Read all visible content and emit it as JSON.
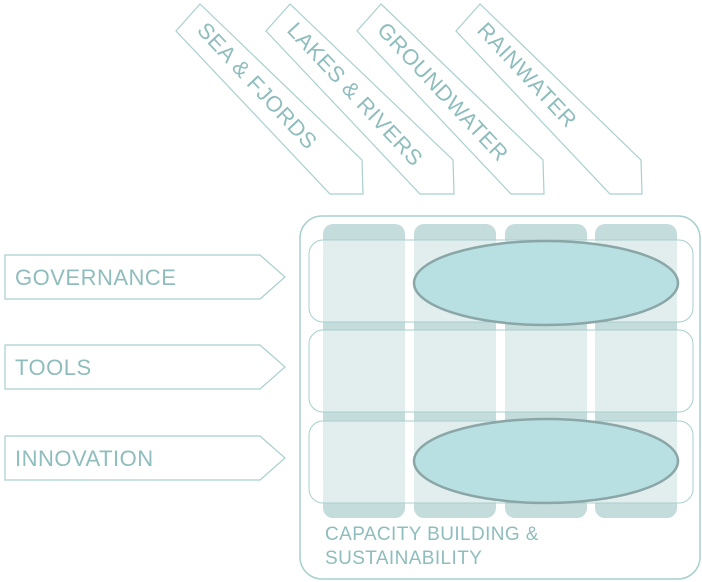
{
  "columns": [
    {
      "label": "SEA & FJORDS"
    },
    {
      "label": "LAKES & RIVERS"
    },
    {
      "label": "GROUNDWATER"
    },
    {
      "label": "RAINWATER"
    }
  ],
  "rows": [
    {
      "label": "GOVERNANCE"
    },
    {
      "label": "TOOLS"
    },
    {
      "label": "INNOVATION"
    }
  ],
  "footer": {
    "line1": "CAPACITY BUILDING &",
    "line2": "SUSTAINABILITY"
  },
  "colors": {
    "text": "#8fbdbd",
    "outline": "#a9cfcf",
    "column_fill": "#c4dcdc",
    "ellipse_fill": "#b8dfe2",
    "ellipse_stroke": "#8aa6a6"
  }
}
